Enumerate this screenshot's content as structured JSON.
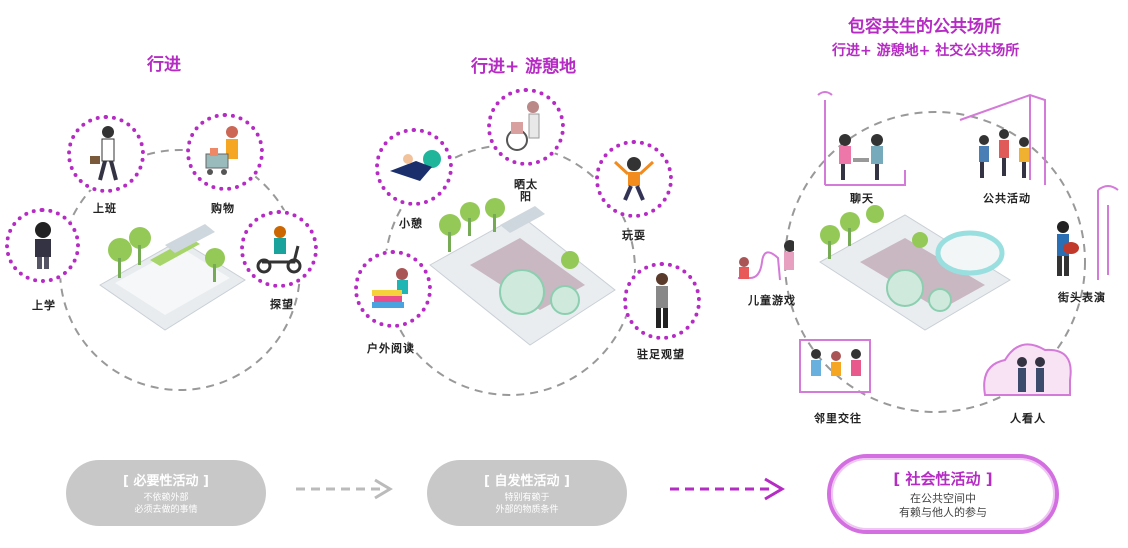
{
  "stages": [
    {
      "title": "行进",
      "activities": [
        "上班",
        "购物",
        "上学",
        "探望"
      ],
      "category": {
        "head": "[ 必要性活动 ]",
        "line1": "不依赖外部",
        "line2": "必须去做的事情"
      }
    },
    {
      "title": "行进+ 游憩地",
      "activities": [
        "晒太",
        "阳",
        "小憩",
        "玩耍",
        "户外阅读",
        "驻足观望"
      ],
      "category": {
        "head": "[ 自发性活动 ]",
        "line1": "特别有赖于",
        "line2": "外部的物质条件"
      }
    },
    {
      "title": "包容共生的公共场所",
      "subtitle": "行进+ 游憩地+ 社交公共场所",
      "activities": [
        "聊天",
        "公共活动",
        "儿童游戏",
        "街头表演",
        "邻里交往",
        "人看人"
      ],
      "category": {
        "head": "[ 社会性活动 ]",
        "line1": "在公共空间中",
        "line2": "有赖与他人的参与"
      }
    }
  ],
  "colors": {
    "accent": "#b52bc4",
    "grey_pill": "#c8c8c8",
    "pink_border": "#d36fe0",
    "dash_grey": "#bbbbbb"
  },
  "icons": [
    "arrow-right-icon",
    "dashed-arrow-icon"
  ]
}
